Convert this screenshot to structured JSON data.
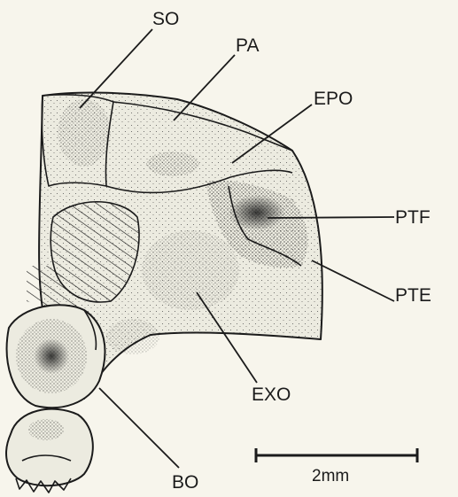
{
  "labels": {
    "so": "SO",
    "pa": "PA",
    "epo": "EPO",
    "ptf": "PTF",
    "pte": "PTE",
    "exo": "EXO",
    "bo": "BO"
  },
  "scale_bar": {
    "text": "2mm"
  }
}
